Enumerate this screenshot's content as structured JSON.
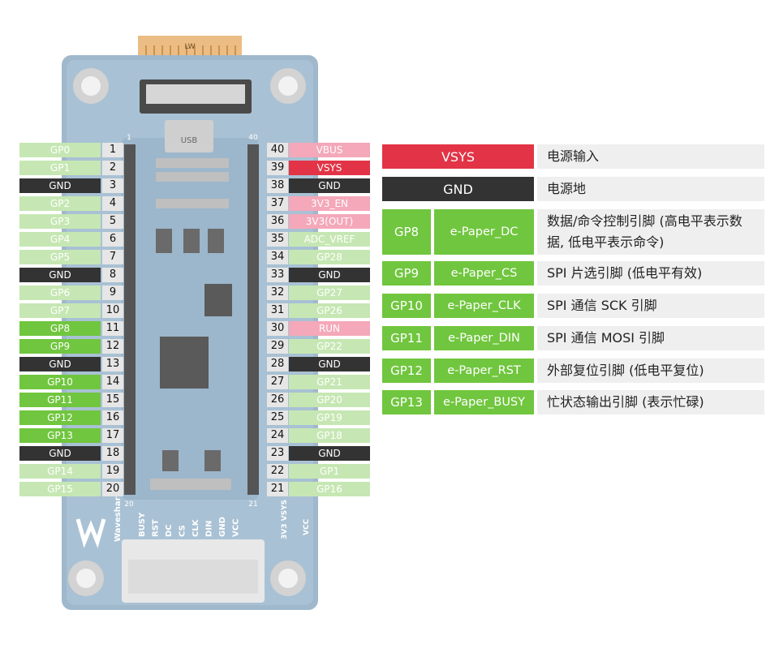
{
  "board": {
    "connector_label": "LW",
    "usb_label": "USB",
    "pin_row_top_left": "1",
    "pin_row_top_right": "40",
    "pin_row_bottom_left": "20",
    "pin_row_bottom_right": "21",
    "silk_brand": "Waveshare",
    "silk_pins": [
      "BUSY",
      "RST",
      "DC",
      "CS",
      "CLK",
      "DIN",
      "GND",
      "VCC"
    ],
    "silk_power": "3V3 VSYS",
    "silk_vcc": "VCC",
    "colors": {
      "board": "#3d6e95",
      "board_light": "#5b87ab",
      "header": "#222222"
    }
  },
  "left_pins": [
    {
      "num": "1",
      "label": "GP0",
      "style": "green-light"
    },
    {
      "num": "2",
      "label": "GP1",
      "style": "green-light"
    },
    {
      "num": "3",
      "label": "GND",
      "style": "black"
    },
    {
      "num": "4",
      "label": "GP2",
      "style": "green-light"
    },
    {
      "num": "5",
      "label": "GP3",
      "style": "green-light"
    },
    {
      "num": "6",
      "label": "GP4",
      "style": "green-light"
    },
    {
      "num": "7",
      "label": "GP5",
      "style": "green-light"
    },
    {
      "num": "8",
      "label": "GND",
      "style": "black"
    },
    {
      "num": "9",
      "label": "GP6",
      "style": "green-light"
    },
    {
      "num": "10",
      "label": "GP7",
      "style": "green-light"
    },
    {
      "num": "11",
      "label": "GP8",
      "style": "green-bright"
    },
    {
      "num": "12",
      "label": "GP9",
      "style": "green-bright"
    },
    {
      "num": "13",
      "label": "GND",
      "style": "black"
    },
    {
      "num": "14",
      "label": "GP10",
      "style": "green-bright"
    },
    {
      "num": "15",
      "label": "GP11",
      "style": "green-bright"
    },
    {
      "num": "16",
      "label": "GP12",
      "style": "green-bright"
    },
    {
      "num": "17",
      "label": "GP13",
      "style": "green-bright"
    },
    {
      "num": "18",
      "label": "GND",
      "style": "black"
    },
    {
      "num": "19",
      "label": "GP14",
      "style": "green-light"
    },
    {
      "num": "20",
      "label": "GP15",
      "style": "green-light"
    }
  ],
  "right_pins": [
    {
      "num": "40",
      "label": "VBUS",
      "style": "pink"
    },
    {
      "num": "39",
      "label": "VSYS",
      "style": "red"
    },
    {
      "num": "38",
      "label": "GND",
      "style": "black"
    },
    {
      "num": "37",
      "label": "3V3_EN",
      "style": "pink"
    },
    {
      "num": "36",
      "label": "3V3(OUT)",
      "style": "pink"
    },
    {
      "num": "35",
      "label": "ADC_VREF",
      "style": "green-light"
    },
    {
      "num": "34",
      "label": "GP28",
      "style": "green-light"
    },
    {
      "num": "33",
      "label": "GND",
      "style": "black"
    },
    {
      "num": "32",
      "label": "GP27",
      "style": "green-light"
    },
    {
      "num": "31",
      "label": "GP26",
      "style": "green-light"
    },
    {
      "num": "30",
      "label": "RUN",
      "style": "pink"
    },
    {
      "num": "29",
      "label": "GP22",
      "style": "green-light"
    },
    {
      "num": "28",
      "label": "GND",
      "style": "black"
    },
    {
      "num": "27",
      "label": "GP21",
      "style": "green-light"
    },
    {
      "num": "26",
      "label": "GP20",
      "style": "green-light"
    },
    {
      "num": "25",
      "label": "GP19",
      "style": "green-light"
    },
    {
      "num": "24",
      "label": "GP18",
      "style": "green-light"
    },
    {
      "num": "23",
      "label": "GND",
      "style": "black"
    },
    {
      "num": "22",
      "label": "GP1",
      "style": "green-light"
    },
    {
      "num": "21",
      "label": "GP16",
      "style": "green-light"
    }
  ],
  "legend": [
    {
      "gp": "VSYS",
      "func": "",
      "desc": "电源输入",
      "style": "red"
    },
    {
      "gp": "GND",
      "func": "",
      "desc": "电源地",
      "style": "black"
    },
    {
      "gp": "GP8",
      "func": "e-Paper_DC",
      "desc": "数据/命令控制引脚 (高电平表示数据, 低电平表示命令)",
      "style": "green-bright"
    },
    {
      "gp": "GP9",
      "func": "e-Paper_CS",
      "desc": "SPI 片选引脚 (低电平有效)",
      "style": "green-bright"
    },
    {
      "gp": "GP10",
      "func": "e-Paper_CLK",
      "desc": "SPI 通信 SCK 引脚",
      "style": "green-bright"
    },
    {
      "gp": "GP11",
      "func": "e-Paper_DIN",
      "desc": "SPI 通信 MOSI 引脚",
      "style": "green-bright"
    },
    {
      "gp": "GP12",
      "func": "e-Paper_RST",
      "desc": "外部复位引脚 (低电平复位)",
      "style": "green-bright"
    },
    {
      "gp": "GP13",
      "func": "e-Paper_BUSY",
      "desc": "忙状态输出引脚 (表示忙碌)",
      "style": "green-bright"
    }
  ]
}
